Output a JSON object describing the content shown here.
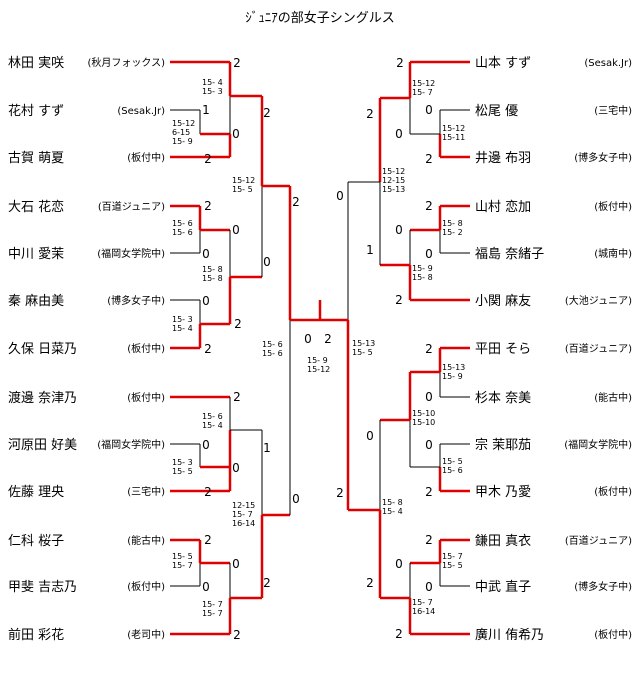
{
  "title": "ｼﾞｭﾆｱの部女子シングルス",
  "colors": {
    "win": "#e00000",
    "line": "#000000"
  },
  "left_players": [
    {
      "name": "林田 実咲",
      "club": "(秋月フォックス)"
    },
    {
      "name": "花村 すず",
      "club": "(Sesak.Jr)"
    },
    {
      "name": "古賀 萌夏",
      "club": "(板付中)"
    },
    {
      "name": "大石 花恋",
      "club": "(百道ジュニア)"
    },
    {
      "name": "中川 愛茉",
      "club": "(福岡女学院中)"
    },
    {
      "name": "秦 麻由美",
      "club": "(博多女子中)"
    },
    {
      "name": "久保 日菜乃",
      "club": "(板付中)"
    },
    {
      "name": "渡邊 奈津乃",
      "club": "(板付中)"
    },
    {
      "name": "河原田 好美",
      "club": "(福岡女学院中)"
    },
    {
      "name": "佐藤 理央",
      "club": "(三宅中)"
    },
    {
      "name": "仁科 桜子",
      "club": "(能古中)"
    },
    {
      "name": "甲斐 吉志乃",
      "club": "(板付中)"
    },
    {
      "name": "前田 彩花",
      "club": "(老司中)"
    }
  ],
  "right_players": [
    {
      "name": "山本 すず",
      "club": "(Sesak.Jr)"
    },
    {
      "name": "松尾 優",
      "club": "(三宅中)"
    },
    {
      "name": "井邊 布羽",
      "club": "(博多女子中)"
    },
    {
      "name": "山村 恋加",
      "club": "(板付中)"
    },
    {
      "name": "福島 奈緒子",
      "club": "(城南中)"
    },
    {
      "name": "小関 麻友",
      "club": "(大池ジュニア)"
    },
    {
      "name": "平田 そら",
      "club": "(百道ジュニア)"
    },
    {
      "name": "杉本 奈美",
      "club": "(能古中)"
    },
    {
      "name": "宗 茉耶茄",
      "club": "(福岡女学院中)"
    },
    {
      "name": "甲木 乃愛",
      "club": "(板付中)"
    },
    {
      "name": "鎌田 真衣",
      "club": "(百道ジュニア)"
    },
    {
      "name": "中武 直子",
      "club": "(博多女子中)"
    },
    {
      "name": "廣川 侑希乃",
      "club": "(板付中)"
    }
  ],
  "scores": {
    "L1": "2",
    "L2a": "1",
    "L2b": "0",
    "L3": "2",
    "L4": "2",
    "L5a": "0",
    "L5b": "0",
    "L6a": "0",
    "L6b": "2",
    "L7": "2",
    "L8": "2",
    "L9a": "0",
    "L9b": "0",
    "L10": "2",
    "L11": "2",
    "L12a": "0",
    "L12b": "0",
    "L13": "2",
    "LQ1": "2",
    "LQ2": "0",
    "LQ3": "1",
    "LQ4": "2",
    "LS1": "2",
    "LS2": "0",
    "LF": "0",
    "RF": "2",
    "R1": "2",
    "R2a": "0",
    "R2b": "0",
    "R3": "2",
    "R4": "2",
    "R5a": "0",
    "R5b": "0",
    "R6": "2",
    "R7": "2",
    "R8": "0",
    "R9a": "0",
    "R10": "2",
    "R11": "2",
    "R12a": "0",
    "R12b": "0",
    "R13": "2",
    "RQ1": "2",
    "RQ2": "1",
    "RQ3": "0",
    "RQ4": "2",
    "RS1": "0",
    "RS2": "2"
  },
  "details": {
    "L_1_2": [
      "15-12",
      "6-15",
      "15- 9"
    ],
    "L_1_3": [
      "15- 4",
      "15- 3"
    ],
    "L_4_5": [
      "15- 6",
      "15- 6"
    ],
    "L_6_7": [
      "15- 3",
      "15- 4"
    ],
    "L_5_7": [
      "15- 8",
      "15- 8"
    ],
    "L_q_top": [
      "15-12",
      "15- 5"
    ],
    "L_8_9": [
      "15- 6",
      "15- 4"
    ],
    "L_9_10": [
      "15- 3",
      "15- 5"
    ],
    "L_11_12": [
      "15- 5",
      "15- 7"
    ],
    "L_12_13": [
      "15- 7",
      "15- 7"
    ],
    "L_q_bot": [
      "12-15",
      "15- 7",
      "16-14"
    ],
    "L_semi": [
      "15- 6",
      "15- 6"
    ],
    "final": [
      "15- 9",
      "15-12"
    ],
    "R_1_2": [
      "15-12",
      "15- 7"
    ],
    "R_2_3": [
      "15-12",
      "15-11"
    ],
    "R_q_top": [
      "15-12",
      "12-15",
      "15-13"
    ],
    "R_4_5": [
      "15- 8",
      "15- 2"
    ],
    "R_5_6": [
      "15- 9",
      "15- 8"
    ],
    "R_semi": [
      "15-13",
      "15- 5"
    ],
    "R_7_8": [
      "15-13",
      "15- 9"
    ],
    "R_q_mid": [
      "15-10",
      "15-10"
    ],
    "R_9_10": [
      "15- 5",
      "15- 6"
    ],
    "R_q_bot": [
      "15- 8",
      "15- 4"
    ],
    "R_11_12": [
      "15- 7",
      "15- 5"
    ],
    "R_12_13": [
      "15- 7",
      "16-14"
    ]
  }
}
